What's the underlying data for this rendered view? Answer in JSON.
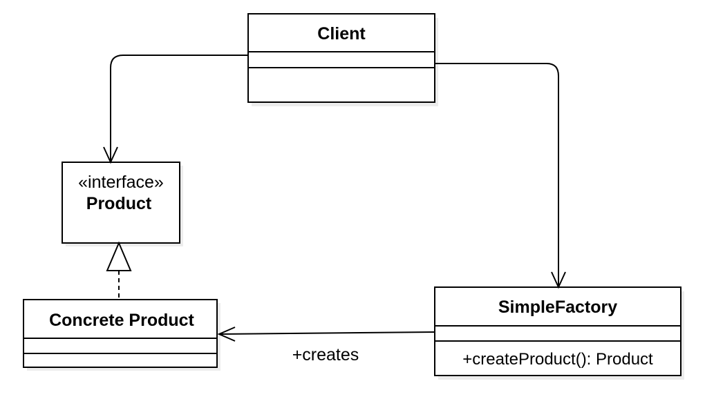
{
  "classes": {
    "client": {
      "name": "Client"
    },
    "product": {
      "stereotype": "«interface»",
      "name": "Product"
    },
    "concrete_product": {
      "name": "Concrete Product"
    },
    "simple_factory": {
      "name": "SimpleFactory",
      "operation": "+createProduct(): Product"
    }
  },
  "relations": {
    "factory_creates_concrete": {
      "label": "+creates"
    }
  },
  "colors": {
    "stroke": "#000000",
    "fill": "#ffffff",
    "shadow": "#ececec"
  }
}
